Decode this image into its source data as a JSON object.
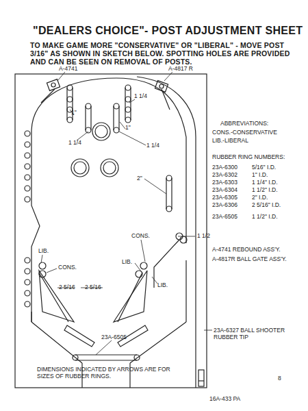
{
  "diagram": {
    "title": "\"DEALERS CHOICE\"- POST ADJUSTMENT SHEET",
    "labels": [
      "TO MAKE GAME MORE \"CONSERVATIVE\" OR \"LIBERAL\" - MOVE POST 3/16\" AS SHOWN IN SKETCH BELOW. SPOTTING HOLES ARE PROVIDED AND CAN BE SEEN ON REMOVAL OF POSTS.",
      "A-4741",
      "A-4817 R",
      "1\"",
      "1 1/4",
      "1 1/4",
      "1\"",
      "1 1/4",
      "ABBREVIATIONS:",
      "CONS.-CONSERVATIVE",
      "LIB.-LIBERAL",
      "RUBBER RING NUMBERS:",
      "23A-6300",
      "5/16\" I.D.",
      "23A-6302",
      "1\" I.D.",
      "23A-6303",
      "1 1/4\" I.D.",
      "23A-6304",
      "1 1/2\" I.D.",
      "23A-6305",
      "2\" I.D.",
      "23A-6306",
      "2 5/16\" I.D.",
      "23A-6505",
      "1 1/2\" I.D.",
      "2\"",
      "LIB.",
      "CONS.",
      "2 5/16",
      "2 5/16",
      "CONS.",
      "LIB.",
      "LIB.",
      "1 1/2",
      "A-4741 REBOUND ASS'Y.",
      "A-4817R BALL GATE ASS'Y.",
      "23A-6505",
      "23A-6327 BALL SHOOTER RUBBER TIP",
      "DIMENSIONS INDICATED BY ARROWS ARE FOR SIZES OF RUBBER RINGS.",
      "16A-433 PA",
      "8"
    ]
  }
}
